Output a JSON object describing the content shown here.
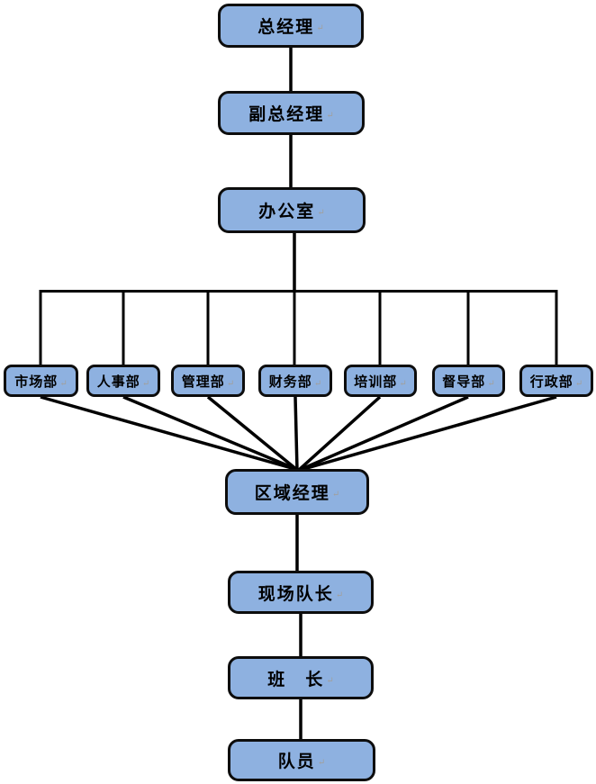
{
  "diagram": {
    "type": "org-chart",
    "background_color": "#ffffff",
    "box_fill_color": "#8eb1e0",
    "box_border_color": "#0d0d0d",
    "connector_color": "#000000",
    "return_mark": "↵",
    "nodes": {
      "general_manager": "总经理",
      "deputy_general_manager": "副总经理",
      "office": "办公室",
      "departments": [
        "市场部",
        "人事部",
        "管理部",
        "财务部",
        "培训部",
        "督导部",
        "行政部"
      ],
      "regional_manager": "区域经理",
      "site_captain": "现场队长",
      "squad_leader": "班　长",
      "team_member": "队员"
    },
    "edges": [
      "总经理→副总经理",
      "副总经理→办公室",
      "办公室→市场部",
      "办公室→人事部",
      "办公室→管理部",
      "办公室→财务部",
      "办公室→培训部",
      "办公室→督导部",
      "办公室→行政部",
      "市场部→区域经理",
      "人事部→区域经理",
      "管理部→区域经理",
      "财务部→区域经理",
      "培训部→区域经理",
      "督导部→区域经理",
      "行政部→区域经理",
      "区域经理→现场队长",
      "现场队长→班　长",
      "班　长→队员"
    ]
  }
}
